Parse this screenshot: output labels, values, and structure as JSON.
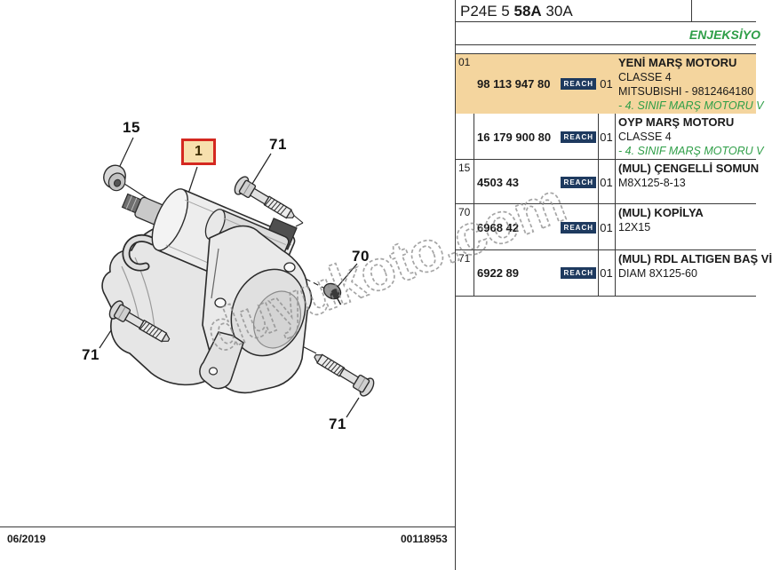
{
  "header": {
    "code_prefix": "P24E 5 ",
    "code_bold": "58A",
    "code_suffix": " 30A",
    "section_label": "ENJEKSİYO"
  },
  "diagram": {
    "watermark": "duyukoto.com",
    "highlight_callout": "1",
    "labels": [
      {
        "text": "15"
      },
      {
        "text": "71"
      },
      {
        "text": "70"
      },
      {
        "text": "71"
      },
      {
        "text": "71"
      }
    ]
  },
  "table": {
    "reach_badge": "REACH",
    "groups": [
      {
        "index": "01",
        "variants": [
          {
            "ref": "98 113 947 80",
            "qty": "01",
            "lines": [
              {
                "t": "YENİ MARŞ MOTORU"
              },
              {
                "t": "CLASSE 4"
              },
              {
                "t": "MITSUBISHI - 9812464180"
              },
              {
                "t": "- 4. SINIF MARŞ MOTORU V"
              }
            ]
          },
          {
            "ref": "16 179 900 80",
            "qty": "01",
            "lines": [
              {
                "t": "OYP MARŞ MOTORU"
              },
              {
                "t": "CLASSE 4"
              },
              {
                "t": "- 4. SINIF MARŞ MOTORU V"
              }
            ]
          }
        ]
      },
      {
        "index": "15",
        "variants": [
          {
            "ref": "4503 43",
            "qty": "01",
            "lines": [
              {
                "t": "(MUL) ÇENGELLİ SOMUN"
              },
              {
                "t": "M8X125-8-13"
              }
            ]
          }
        ]
      },
      {
        "index": "70",
        "variants": [
          {
            "ref": "6968 42",
            "qty": "01",
            "lines": [
              {
                "t": "(MUL) KOPİLYA"
              },
              {
                "t": "12X15"
              }
            ]
          }
        ]
      },
      {
        "index": "71",
        "variants": [
          {
            "ref": "6922 89",
            "qty": "01",
            "lines": [
              {
                "t": "(MUL) RDL ALTIGEN BAŞ Vİ"
              },
              {
                "t": "DIAM 8X125-60"
              }
            ]
          }
        ]
      }
    ]
  },
  "footer": {
    "date": "06/2019",
    "doc_number": "00118953"
  },
  "colors": {
    "highlight_row": "#f4d59e",
    "callout_border": "#d42820",
    "callout_fill": "#f7e0ae",
    "reach_badge_bg": "#1e3a5f",
    "green_text": "#2e9e47",
    "line_color": "#3a3a3a"
  }
}
